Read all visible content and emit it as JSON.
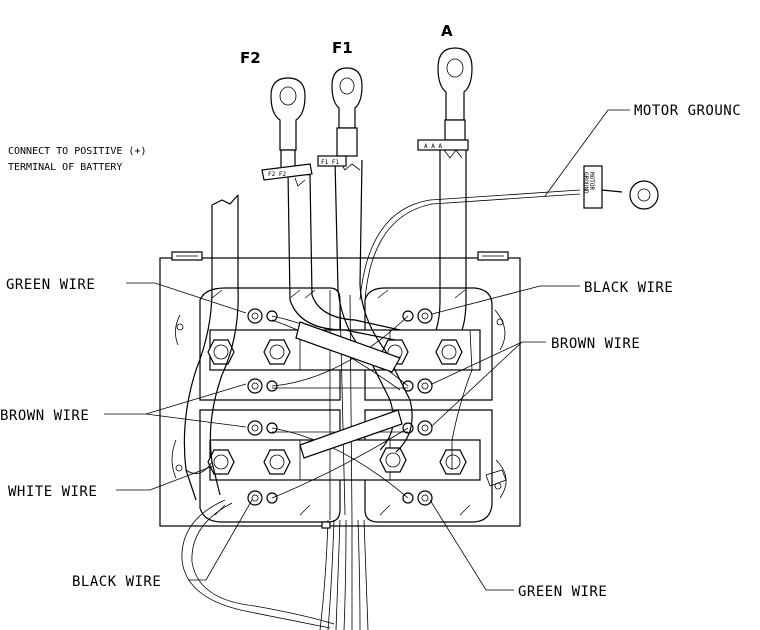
{
  "terminals": {
    "f2": "F2",
    "f1": "F1",
    "a": "A"
  },
  "labels": {
    "motor_ground": "MOTOR GROUNC",
    "connect_line1": "CONNECT TO POSITIVE (+)",
    "connect_line2": "TERMINAL OF BATTERY",
    "green_wire_left": "GREEN  WIRE",
    "black_wire_right": "BLACK  WIRE",
    "brown_wire_right": "BROWN WIRE",
    "brown_wire_left": "BROWN WIRE",
    "white_wire": "WHITE WIRE",
    "black_wire_bottom": "BLACK  WIRE",
    "green_wire_bottom": "GREEN  WIRE"
  },
  "cable_tags": {
    "f2_tag": "F2  F2",
    "f1_tag": "F1 F1",
    "a_tag": "A  A  A",
    "ground_tag_line1": "MOTOR",
    "ground_tag_line2": "GROUND"
  }
}
